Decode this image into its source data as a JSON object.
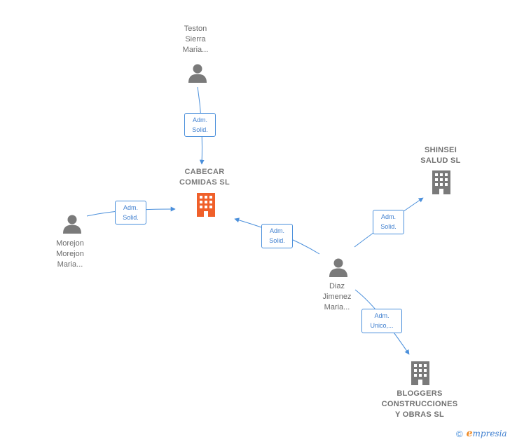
{
  "nodes": {
    "teston": {
      "lines": [
        "Teston",
        "Sierra",
        "Maria..."
      ],
      "type": "person"
    },
    "morejon": {
      "lines": [
        "Morejon",
        "Morejon",
        "Maria..."
      ],
      "type": "person"
    },
    "diaz": {
      "lines": [
        "Diaz",
        "Jimenez",
        "Maria..."
      ],
      "type": "person"
    },
    "cabecar": {
      "lines": [
        "CABECAR",
        "COMIDAS SL"
      ],
      "type": "company"
    },
    "shinsei": {
      "lines": [
        "SHINSEI",
        "SALUD SL"
      ],
      "type": "company"
    },
    "bloggers": {
      "lines": [
        "BLOGGERS",
        "CONSTRUCCIONES",
        "Y OBRAS SL"
      ],
      "type": "company"
    }
  },
  "edges": [
    {
      "from": "teston",
      "to": "cabecar",
      "label": [
        "Adm.",
        "Solid."
      ]
    },
    {
      "from": "morejon",
      "to": "cabecar",
      "label": [
        "Adm.",
        "Solid."
      ]
    },
    {
      "from": "diaz",
      "to": "cabecar",
      "label": [
        "Adm.",
        "Solid."
      ]
    },
    {
      "from": "diaz",
      "to": "shinsei",
      "label": [
        "Adm.",
        "Solid."
      ]
    },
    {
      "from": "diaz",
      "to": "bloggers",
      "label": [
        "Adm.",
        "Unico,..."
      ]
    }
  ],
  "colors": {
    "edge": "#4a8fdb",
    "person_icon": "#7a7a7a",
    "company_icon": "#7a7a7a",
    "highlight_company": "#f0602a"
  },
  "icons": {
    "person": "person-icon",
    "company": "building-icon"
  },
  "footer": {
    "copyright": "©",
    "brand_first": "e",
    "brand_rest": "mpresia"
  }
}
